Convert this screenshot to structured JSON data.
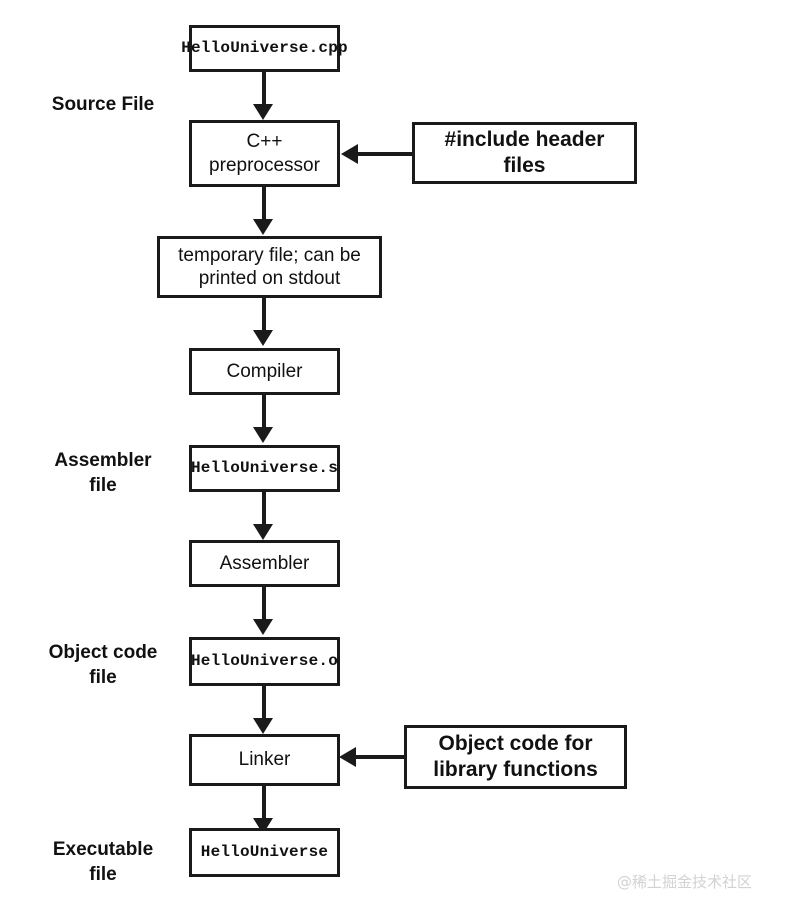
{
  "diagram": {
    "title": "C++ compilation pipeline flowchart",
    "stage_labels": [
      {
        "id": "source-file",
        "text": "Source File"
      },
      {
        "id": "assembler-file",
        "text": "Assembler\nfile"
      },
      {
        "id": "object-code-file",
        "text": "Object code\nfile"
      },
      {
        "id": "executable-file",
        "text": "Executable\nfile"
      }
    ],
    "nodes": [
      {
        "id": "hello-universe-cpp",
        "text": "HelloUniverse.cpp",
        "style": "mono"
      },
      {
        "id": "cpp-preprocessor",
        "text": "C++\npreprocessor",
        "style": "plain"
      },
      {
        "id": "include-header-files",
        "text": "#include header\nfiles",
        "style": "bold"
      },
      {
        "id": "temporary-file",
        "text": "temporary file; can be\nprinted on stdout",
        "style": "plain"
      },
      {
        "id": "compiler",
        "text": "Compiler",
        "style": "plain"
      },
      {
        "id": "hello-universe-s",
        "text": "HelloUniverse.s",
        "style": "mono"
      },
      {
        "id": "assembler",
        "text": "Assembler",
        "style": "plain"
      },
      {
        "id": "hello-universe-o",
        "text": "HelloUniverse.o",
        "style": "mono"
      },
      {
        "id": "linker",
        "text": "Linker",
        "style": "plain"
      },
      {
        "id": "object-code-library",
        "text": "Object code for\nlibrary functions",
        "style": "bold"
      },
      {
        "id": "hello-universe-exe",
        "text": "HelloUniverse",
        "style": "mono"
      }
    ],
    "colors": {
      "stroke": "#1a1a1a",
      "fill": "#ffffff",
      "text": "#111111",
      "watermark": "#d2d2d2"
    }
  },
  "watermark": {
    "text": "@稀土掘金技术社区"
  }
}
